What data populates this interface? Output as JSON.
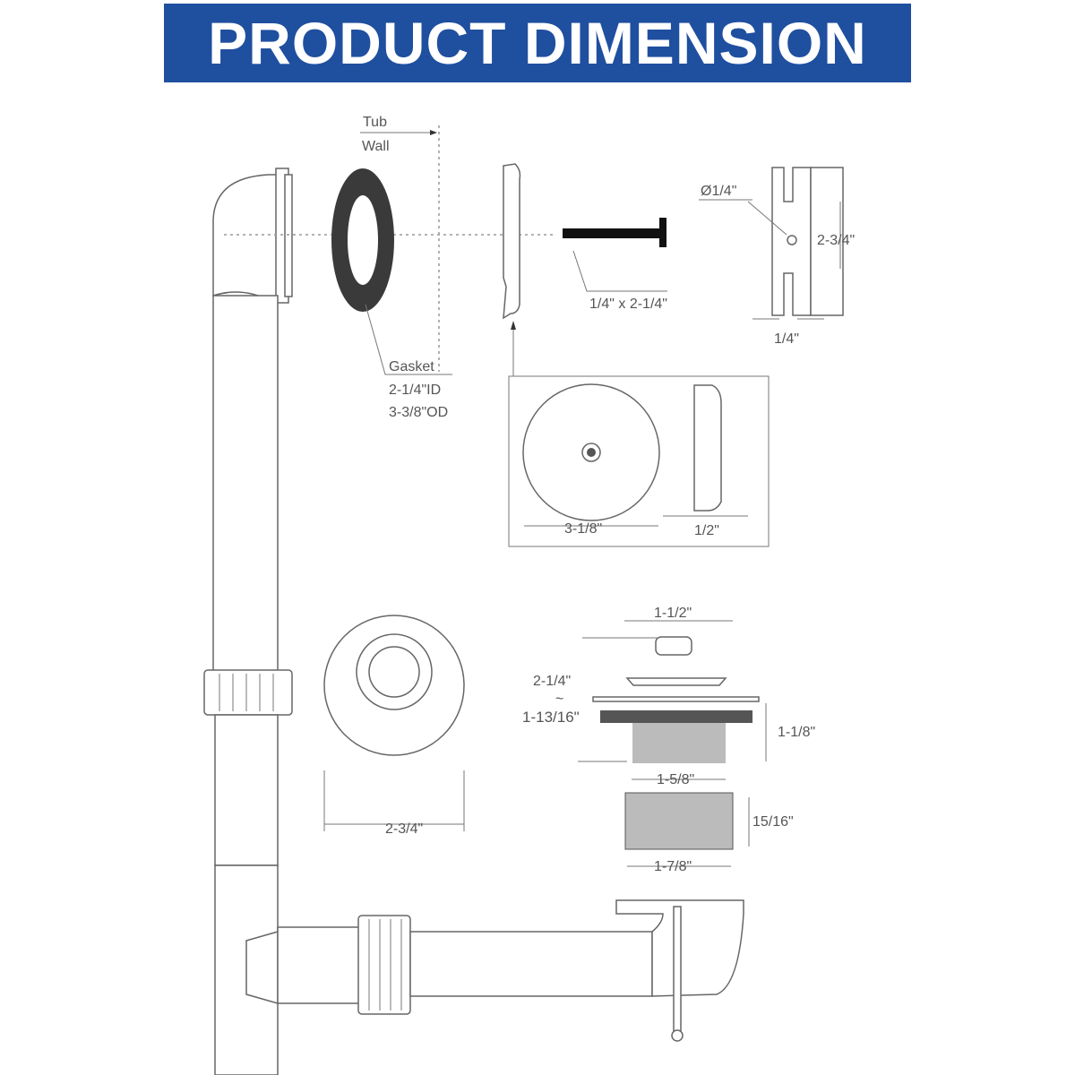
{
  "title": "PRODUCT DIMENSION",
  "labels": {
    "tub": "Tub",
    "wall": "Wall",
    "gasket": "Gasket",
    "gasket_id": "2-1/4\"ID",
    "gasket_od": "3-3/8\"OD",
    "screw": "1/4\" x 2-1/4\"",
    "hole_dia": "Ø1/4\"",
    "bracket_height": "2-3/4\"",
    "bracket_slot": "1/4\"",
    "plate_dia": "3-1/8\"",
    "plate_depth": "1/2\"",
    "flange_dia": "2-3/4\"",
    "stopper_top": "1-1/2\"",
    "stopper_h1": "2-1/4\"",
    "stopper_tilde": "~",
    "stopper_h2": "1-13/16\"",
    "stopper_side": "1-1/8\"",
    "stopper_body": "1-5/8\"",
    "nut_height": "15/16\"",
    "nut_width": "1-7/8\""
  }
}
